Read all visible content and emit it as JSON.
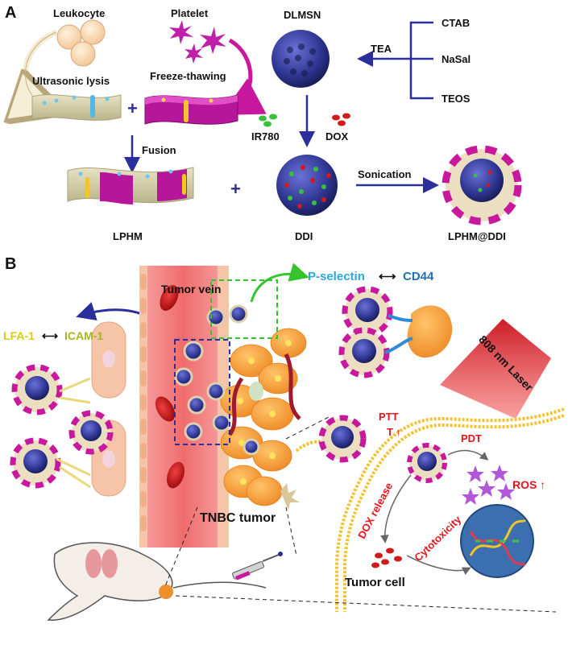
{
  "panel_a": {
    "label": "A",
    "leukocyte": "Leukocyte",
    "platelet": "Platelet",
    "dlmsn": "DLMSN",
    "ultrasonic_lysis": "Ultrasonic lysis",
    "freeze_thawing": "Freeze-thawing",
    "tea": "TEA",
    "ctab": "CTAB",
    "nasal": "NaSal",
    "teos": "TEOS",
    "ir780": "IR780",
    "dox": "DOX",
    "fusion": "Fusion",
    "sonication": "Sonication",
    "lphm": "LPHM",
    "ddi": "DDI",
    "lphm_ddi": "LPHM@DDI",
    "plus": "+"
  },
  "panel_b": {
    "label": "B",
    "tumor_vein": "Tumor vein",
    "p_selectin": "P-selectin",
    "cd44": "CD44",
    "arrow_symbol": "⟷",
    "lfa1": "LFA-1",
    "icam1": "ICAM-1",
    "laser": "808 nm Laser",
    "ptt": "PTT",
    "t_up": "T ↑",
    "pdt": "PDT",
    "ros_up": "ROS ↑",
    "dox_release": "DOX release",
    "cytotoxicity": "Cytotoxicity",
    "tnbc_tumor": "TNBC tumor",
    "tumor_cell": "Tumor cell"
  },
  "colors": {
    "arrow_blue": "#2b2f9e",
    "magenta": "#c8189e",
    "sphere_blue": "#2e3590",
    "red_text": "#e8141c",
    "vessel_pink": "#f08a8a",
    "tumor_orange": "#f39a3a",
    "membrane_yellow": "#f2c230",
    "green_arrow": "#35c42e",
    "laser_red": "#e8202a"
  },
  "icons": [
    "leukocyte-cells",
    "platelet-cells",
    "membrane-sheet",
    "nanoparticle",
    "mouse",
    "syringe",
    "nucleus-dna",
    "ros-star"
  ]
}
